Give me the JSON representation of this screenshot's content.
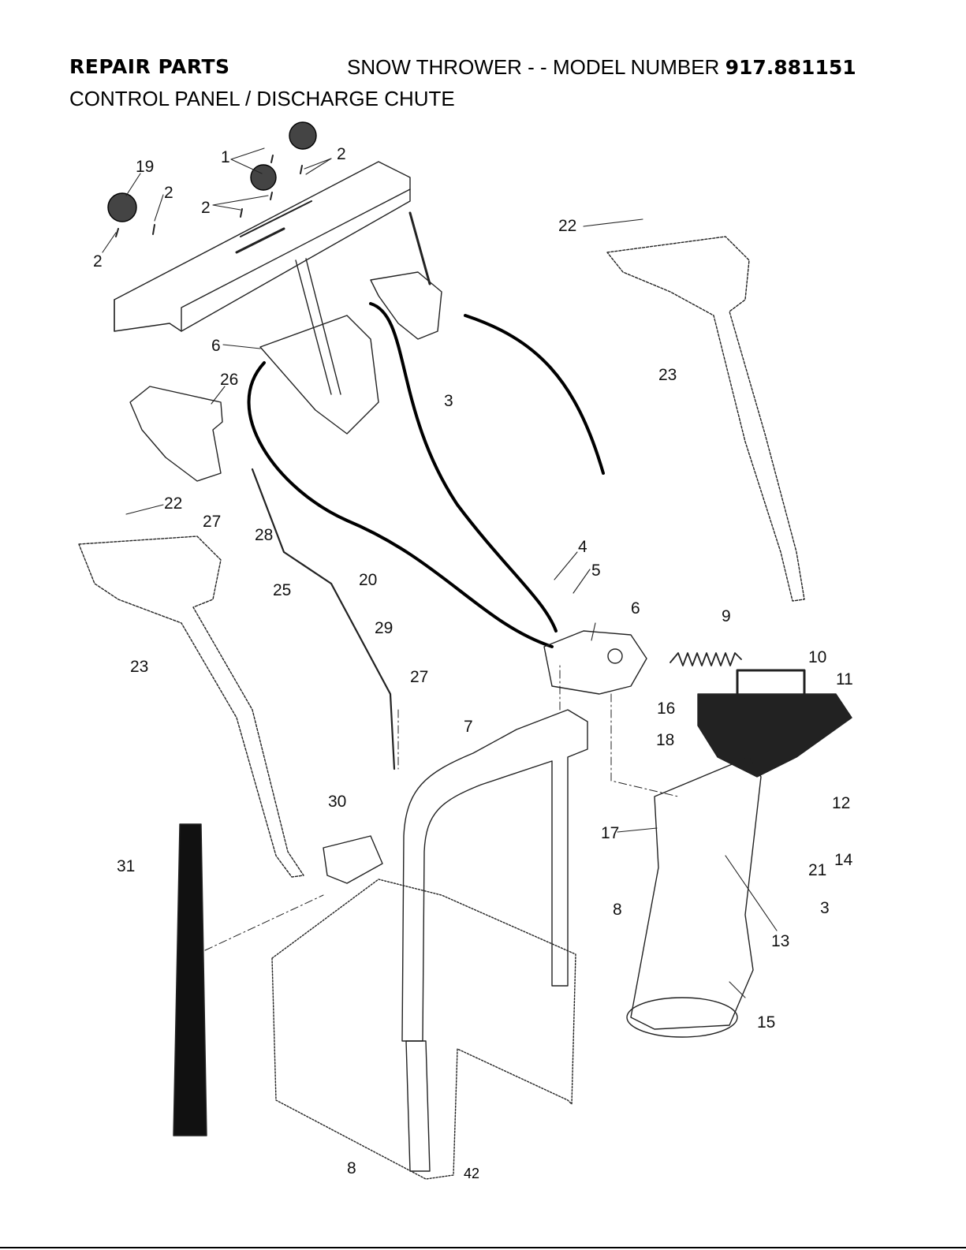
{
  "header": {
    "section": "REPAIR PARTS",
    "product_prefix": "SNOW THROWER - - MODEL NUMBER",
    "model_number": "917.881151",
    "subtitle": "CONTROL PANEL / DISCHARGE CHUTE"
  },
  "page_number": "42",
  "callouts": [
    {
      "id": "c1",
      "text": "1"
    },
    {
      "id": "c2a",
      "text": "2"
    },
    {
      "id": "c2b",
      "text": "2"
    },
    {
      "id": "c2c",
      "text": "2"
    },
    {
      "id": "c2d",
      "text": "2"
    },
    {
      "id": "c19",
      "text": "19"
    },
    {
      "id": "c22a",
      "text": "22"
    },
    {
      "id": "c6a",
      "text": "6"
    },
    {
      "id": "c3a",
      "text": "3"
    },
    {
      "id": "c23a",
      "text": "23"
    },
    {
      "id": "c26",
      "text": "26"
    },
    {
      "id": "c22b",
      "text": "22"
    },
    {
      "id": "c27a",
      "text": "27"
    },
    {
      "id": "c28",
      "text": "28"
    },
    {
      "id": "c20",
      "text": "20"
    },
    {
      "id": "c25",
      "text": "25"
    },
    {
      "id": "c4",
      "text": "4"
    },
    {
      "id": "c5",
      "text": "5"
    },
    {
      "id": "c6b",
      "text": "6"
    },
    {
      "id": "c9",
      "text": "9"
    },
    {
      "id": "c10",
      "text": "10"
    },
    {
      "id": "c11",
      "text": "11"
    },
    {
      "id": "c23b",
      "text": "23"
    },
    {
      "id": "c29",
      "text": "29"
    },
    {
      "id": "c27b",
      "text": "27"
    },
    {
      "id": "c16",
      "text": "16"
    },
    {
      "id": "c18",
      "text": "18"
    },
    {
      "id": "c7",
      "text": "7"
    },
    {
      "id": "c30",
      "text": "30"
    },
    {
      "id": "c12",
      "text": "12"
    },
    {
      "id": "c17",
      "text": "17"
    },
    {
      "id": "c21",
      "text": "21"
    },
    {
      "id": "c14",
      "text": "14"
    },
    {
      "id": "c31",
      "text": "31"
    },
    {
      "id": "c3b",
      "text": "3"
    },
    {
      "id": "c8a",
      "text": "8"
    },
    {
      "id": "c13",
      "text": "13"
    },
    {
      "id": "c15",
      "text": "15"
    },
    {
      "id": "c8b",
      "text": "8"
    }
  ]
}
